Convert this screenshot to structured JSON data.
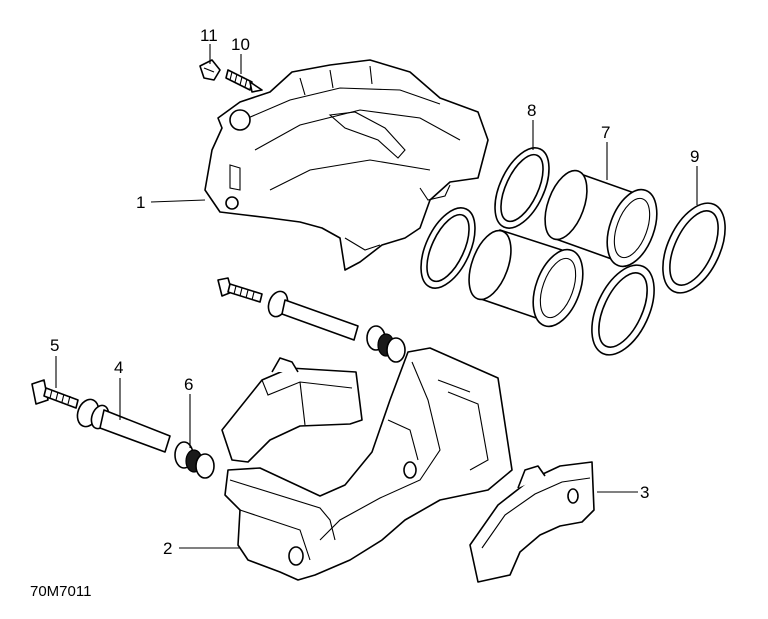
{
  "figure_reference": "70M7011",
  "callouts": [
    {
      "id": "1",
      "label": "1"
    },
    {
      "id": "2",
      "label": "2"
    },
    {
      "id": "3",
      "label": "3"
    },
    {
      "id": "4",
      "label": "4"
    },
    {
      "id": "5",
      "label": "5"
    },
    {
      "id": "6",
      "label": "6"
    },
    {
      "id": "7",
      "label": "7"
    },
    {
      "id": "8",
      "label": "8"
    },
    {
      "id": "9",
      "label": "9"
    },
    {
      "id": "10",
      "label": "10"
    },
    {
      "id": "11",
      "label": "11"
    }
  ]
}
